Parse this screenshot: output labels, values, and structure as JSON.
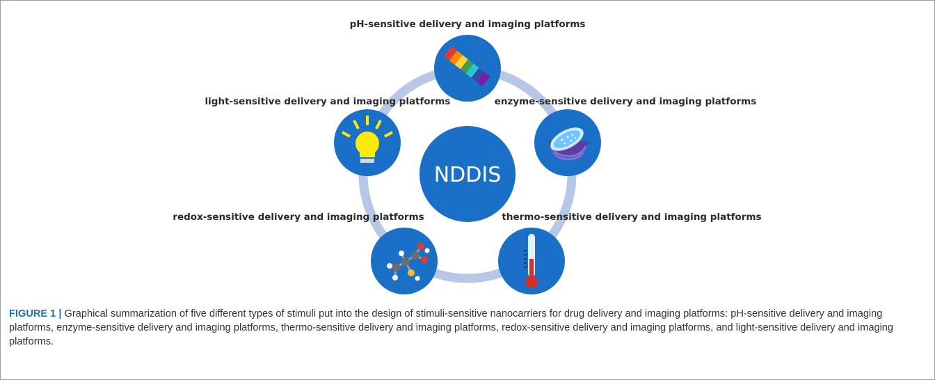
{
  "diagram": {
    "center_label": "NDDIS",
    "nodes": [
      {
        "id": "ph",
        "label": "pH-sensitive delivery and imaging platforms",
        "icon": "ph-color-strip-icon"
      },
      {
        "id": "enzyme",
        "label": "enzyme-sensitive delivery and imaging platforms",
        "icon": "enzyme-cell-icon"
      },
      {
        "id": "thermo",
        "label": "thermo-sensitive delivery and imaging platforms",
        "icon": "thermometer-icon"
      },
      {
        "id": "redox",
        "label": "redox-sensitive delivery and imaging platforms",
        "icon": "molecule-icon"
      },
      {
        "id": "light",
        "label": "light-sensitive delivery and imaging platforms",
        "icon": "light-bulb-icon"
      }
    ],
    "colors": {
      "node_blue": "#1a6fc7",
      "ring": "#b7c7e6",
      "caption_label": "#1f6fb4"
    }
  },
  "caption": {
    "label": "FIGURE 1",
    "separator": "|",
    "text": "Graphical summarization of five different types of stimuli put into the design of stimuli-sensitive nanocarriers for drug delivery and imaging platforms: pH-sensitive delivery and imaging platforms, enzyme-sensitive delivery and imaging platforms, thermo-sensitive delivery and imaging platforms, redox-sensitive delivery and imaging platforms, and light-sensitive delivery and imaging platforms."
  }
}
